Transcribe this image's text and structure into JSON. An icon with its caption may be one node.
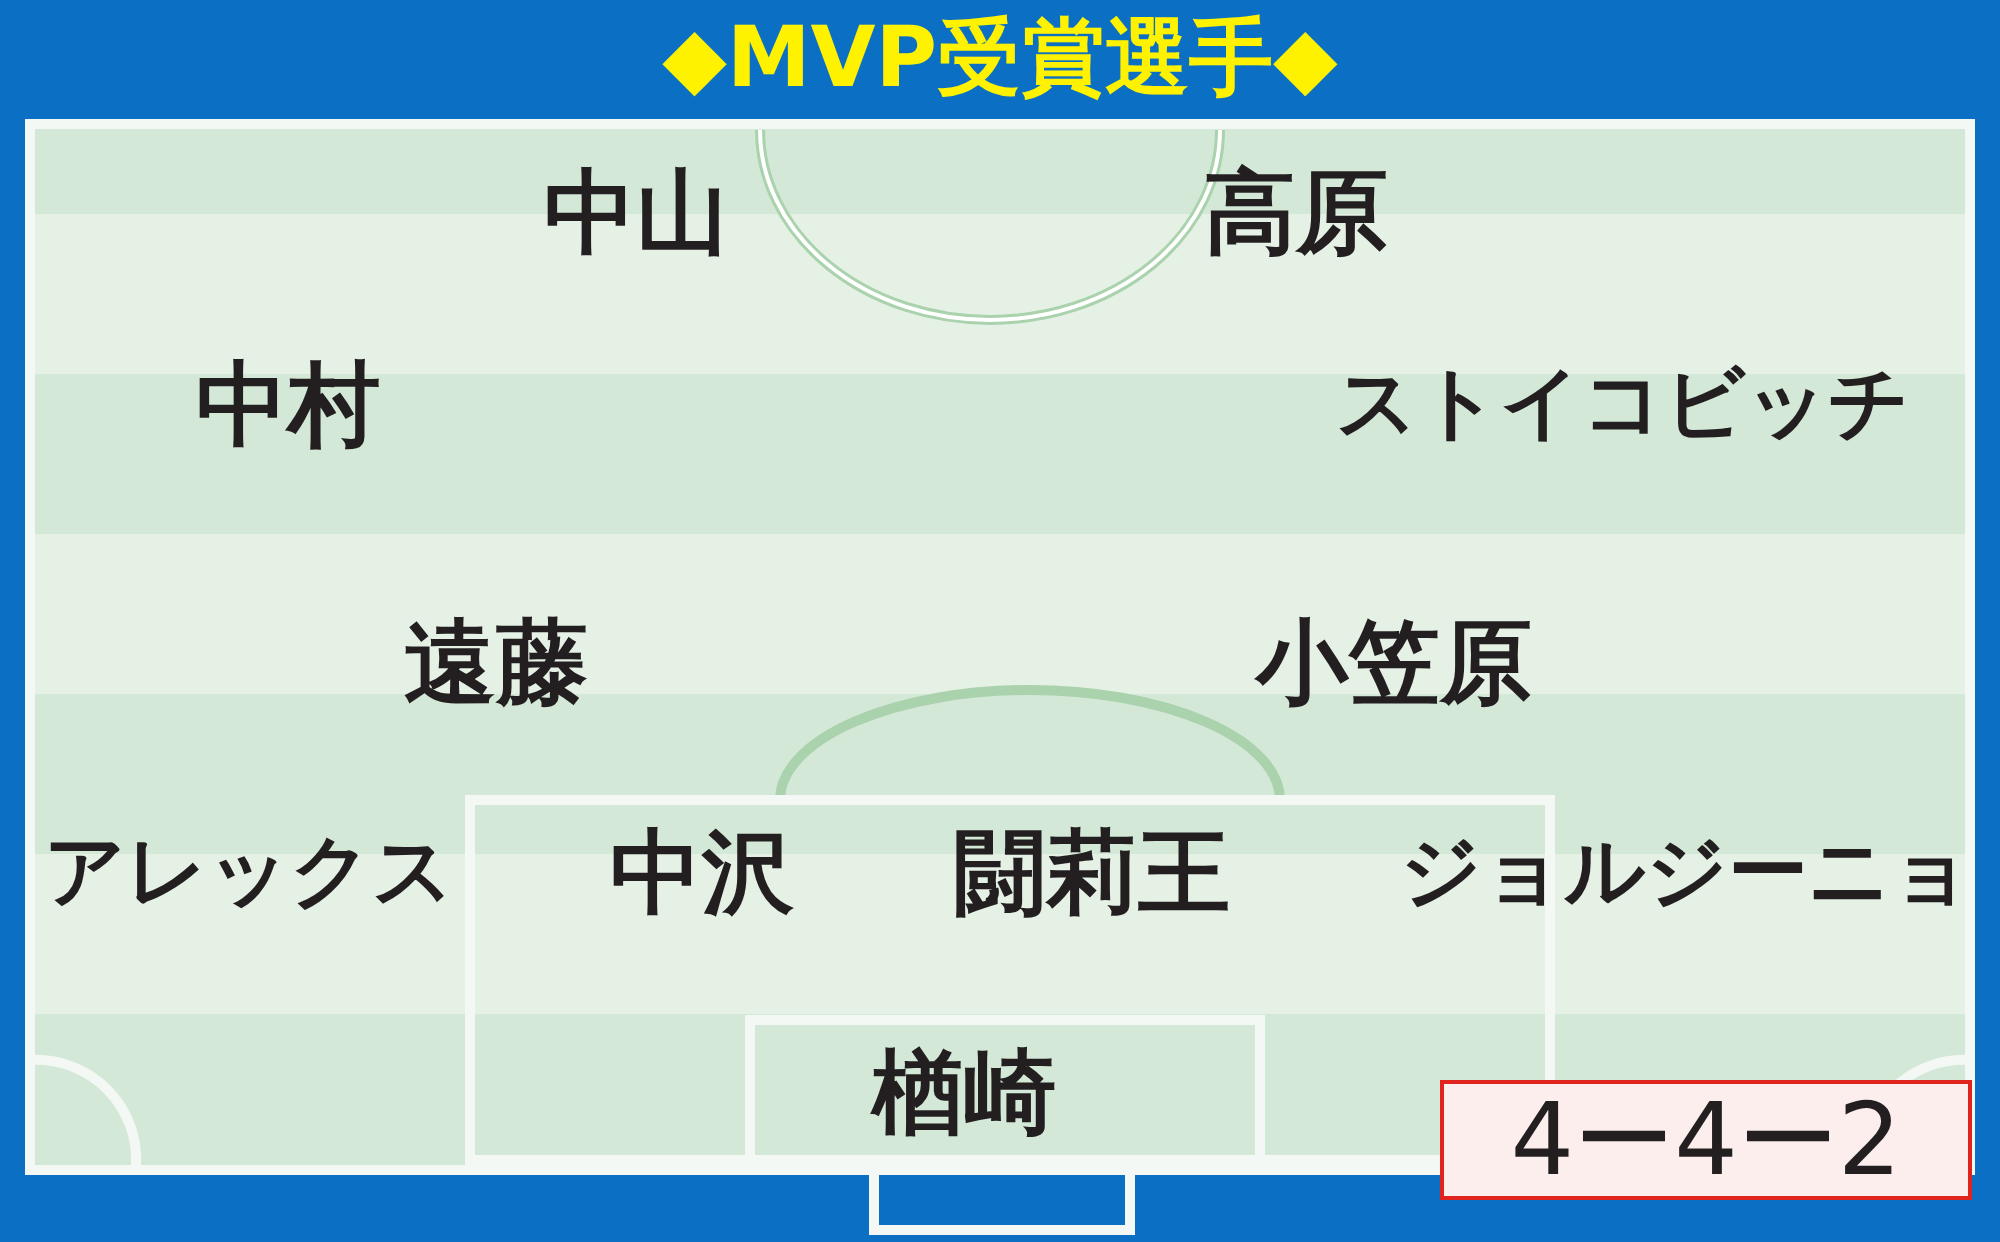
{
  "diagram": {
    "title": "◆MVP受賞選手◆",
    "nodes": [
      {
        "text": [
          "4ー4ー2"
        ]
      }
    ],
    "labels": [
      "中山",
      "高原",
      "中村",
      "ストイコビッチ",
      "遠藤",
      "小笠原",
      "アレックス",
      "中沢",
      "闘莉王",
      "ジョルジーニョ",
      "楢崎"
    ]
  }
}
